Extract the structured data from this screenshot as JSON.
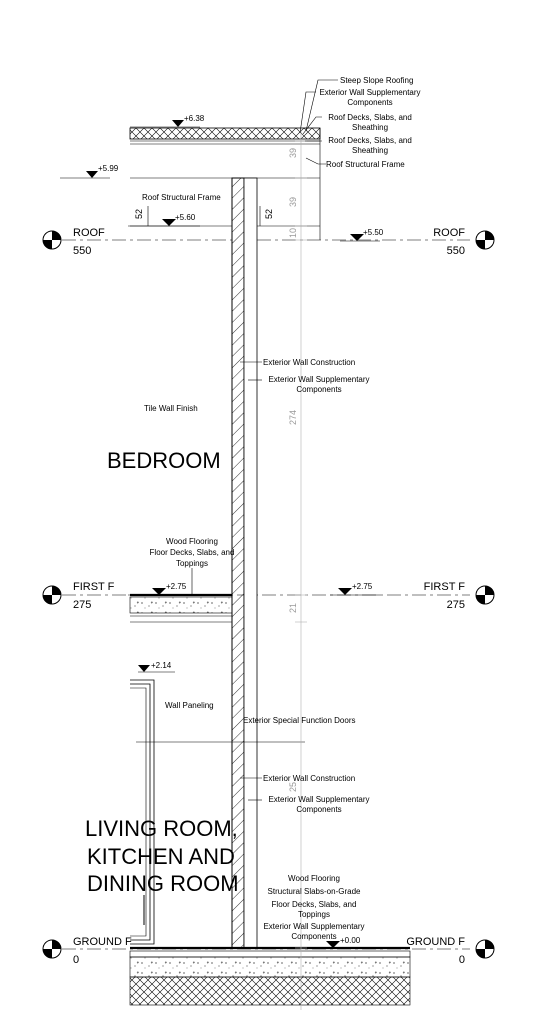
{
  "levels": {
    "roof": {
      "name": "ROOF",
      "value": "550"
    },
    "first": {
      "name": "FIRST F",
      "value": "275"
    },
    "ground": {
      "name": "GROUND F",
      "value": "0"
    }
  },
  "spot_elevations": {
    "e638": "+6.38",
    "e599": "+5.99",
    "e560": "+5.60",
    "e550": "+5.50",
    "e275_left": "+2.75",
    "e275_right": "+2.75",
    "e214": "+2.14",
    "e000": "+0.00"
  },
  "dimensions": {
    "d52_left": "52",
    "d52_right": "52",
    "d39_a": "39",
    "d39_b": "39",
    "d10": "10",
    "d274": "274",
    "d21": "21",
    "d25": "25"
  },
  "rooms": {
    "bedroom": "BEDROOM",
    "living_1": "LIVING ROOM,",
    "living_2": "KITCHEN AND",
    "living_3": "DINING ROOM"
  },
  "annotations": {
    "steep_slope_roofing": "Steep Slope Roofing",
    "ext_wall_supp_top_1": "Exterior Wall Supplementary",
    "ext_wall_supp_top_2": "Components",
    "roof_decks_a_1": "Roof Decks, Slabs, and",
    "roof_decks_a_2": "Sheathing",
    "roof_decks_b_1": "Roof Decks, Slabs, and",
    "roof_decks_b_2": "Sheathing",
    "roof_structural_frame_right": "Roof Structural Frame",
    "roof_structural_frame_left": "Roof Structural Frame",
    "ext_wall_construction_upper": "Exterior Wall Construction",
    "ext_wall_supp_upper_1": "Exterior Wall Supplementary",
    "ext_wall_supp_upper_2": "Components",
    "tile_wall_finish": "Tile Wall Finish",
    "wood_flooring_first": "Wood Flooring",
    "floor_decks_first_1": "Floor Decks, Slabs, and",
    "floor_decks_first_2": "Toppings",
    "wall_paneling": "Wall Paneling",
    "ext_special_doors": "Exterior Special Function Doors",
    "ext_wall_construction_lower": "Exterior Wall Construction",
    "ext_wall_supp_lower_1": "Exterior Wall Supplementary",
    "ext_wall_supp_lower_2": "Components",
    "wood_flooring_ground": "Wood Flooring",
    "structural_slabs": "Structural Slabs-on-Grade",
    "floor_decks_ground_1": "Floor Decks, Slabs, and",
    "floor_decks_ground_2": "Toppings",
    "ext_wall_supp_ground_1": "Exterior Wall Supplementary",
    "ext_wall_supp_ground_2": "Components"
  }
}
